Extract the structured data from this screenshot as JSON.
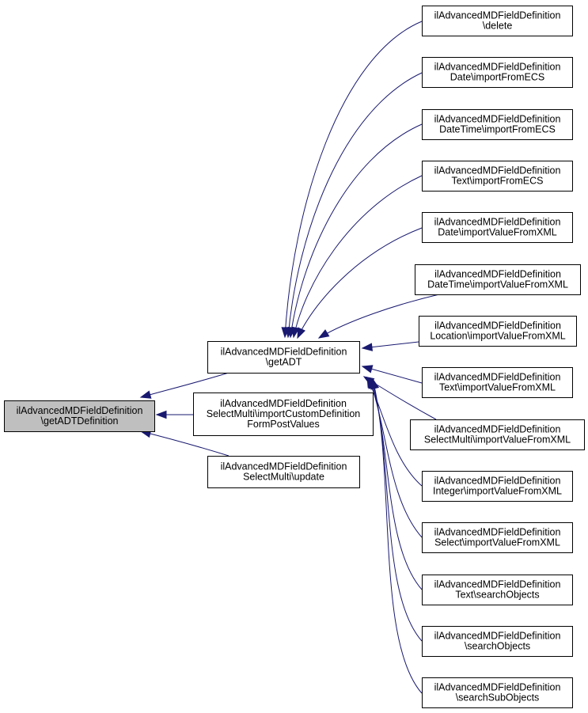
{
  "graph": {
    "edge_color": "#191970",
    "root_fill": "#bfbfbf",
    "nodes": [
      {
        "id": "root",
        "lines": [
          "ilAdvancedMDFieldDefinition",
          "\\getADTDefinition"
        ]
      },
      {
        "id": "getadt",
        "lines": [
          "ilAdvancedMDFieldDefinition",
          "\\getADT"
        ]
      },
      {
        "id": "sm_import_custom",
        "lines": [
          "ilAdvancedMDFieldDefinition",
          "SelectMulti\\importCustomDefinition",
          "FormPostValues"
        ]
      },
      {
        "id": "sm_update",
        "lines": [
          "ilAdvancedMDFieldDefinition",
          "SelectMulti\\update"
        ]
      },
      {
        "id": "delete",
        "lines": [
          "ilAdvancedMDFieldDefinition",
          "\\delete"
        ]
      },
      {
        "id": "date_import_ecs",
        "lines": [
          "ilAdvancedMDFieldDefinition",
          "Date\\importFromECS"
        ]
      },
      {
        "id": "datetime_import_ecs",
        "lines": [
          "ilAdvancedMDFieldDefinition",
          "DateTime\\importFromECS"
        ]
      },
      {
        "id": "text_import_ecs",
        "lines": [
          "ilAdvancedMDFieldDefinition",
          "Text\\importFromECS"
        ]
      },
      {
        "id": "date_import_xml",
        "lines": [
          "ilAdvancedMDFieldDefinition",
          "Date\\importValueFromXML"
        ]
      },
      {
        "id": "datetime_import_xml",
        "lines": [
          "ilAdvancedMDFieldDefinition",
          "DateTime\\importValueFromXML"
        ]
      },
      {
        "id": "location_import_xml",
        "lines": [
          "ilAdvancedMDFieldDefinition",
          "Location\\importValueFromXML"
        ]
      },
      {
        "id": "text_import_xml",
        "lines": [
          "ilAdvancedMDFieldDefinition",
          "Text\\importValueFromXML"
        ]
      },
      {
        "id": "sm_import_xml",
        "lines": [
          "ilAdvancedMDFieldDefinition",
          "SelectMulti\\importValueFromXML"
        ]
      },
      {
        "id": "integer_import_xml",
        "lines": [
          "ilAdvancedMDFieldDefinition",
          "Integer\\importValueFromXML"
        ]
      },
      {
        "id": "select_import_xml",
        "lines": [
          "ilAdvancedMDFieldDefinition",
          "Select\\importValueFromXML"
        ]
      },
      {
        "id": "text_search",
        "lines": [
          "ilAdvancedMDFieldDefinition",
          "Text\\searchObjects"
        ]
      },
      {
        "id": "search_objects",
        "lines": [
          "ilAdvancedMDFieldDefinition",
          "\\searchObjects"
        ]
      },
      {
        "id": "search_sub_objects",
        "lines": [
          "ilAdvancedMDFieldDefinition",
          "\\searchSubObjects"
        ]
      }
    ],
    "edges": [
      {
        "from": "getadt",
        "to": "root"
      },
      {
        "from": "sm_import_custom",
        "to": "root"
      },
      {
        "from": "sm_update",
        "to": "root"
      },
      {
        "from": "delete",
        "to": "getadt"
      },
      {
        "from": "date_import_ecs",
        "to": "getadt"
      },
      {
        "from": "datetime_import_ecs",
        "to": "getadt"
      },
      {
        "from": "text_import_ecs",
        "to": "getadt"
      },
      {
        "from": "date_import_xml",
        "to": "getadt"
      },
      {
        "from": "datetime_import_xml",
        "to": "getadt"
      },
      {
        "from": "location_import_xml",
        "to": "getadt"
      },
      {
        "from": "text_import_xml",
        "to": "getadt"
      },
      {
        "from": "sm_import_xml",
        "to": "getadt"
      },
      {
        "from": "integer_import_xml",
        "to": "getadt"
      },
      {
        "from": "select_import_xml",
        "to": "getadt"
      },
      {
        "from": "text_search",
        "to": "getadt"
      },
      {
        "from": "search_objects",
        "to": "getadt"
      },
      {
        "from": "search_sub_objects",
        "to": "getadt"
      }
    ]
  }
}
